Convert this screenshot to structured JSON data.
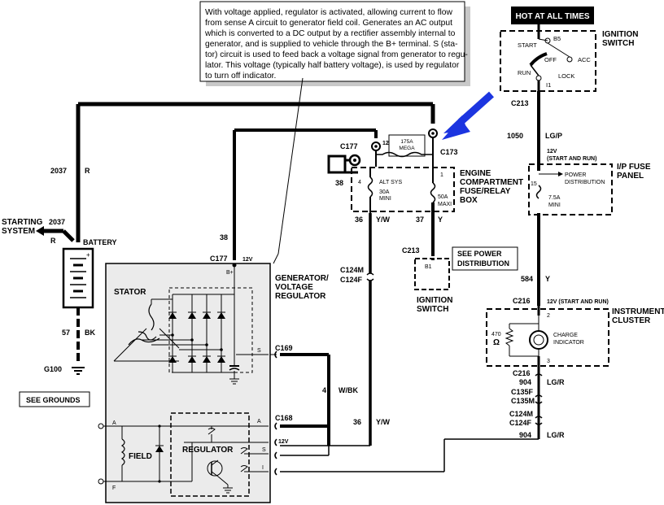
{
  "note": {
    "lines": [
      "With voltage applied, regulator is activated, allowing current to flow",
      "from sense A circuit to generator field coil.  Generates an AC output",
      "which is converted to a DC output by a rectifier assembly internal to",
      "generator, and is supplied to vehicle through the B+ terminal.  S (sta-",
      "tor) circuit is used to feed back a voltage signal from generator to regu-",
      "lator. This voltage (typically half battery voltage), is used by regulator",
      "to turn off indicator."
    ]
  },
  "labels": {
    "hot_at_all_times": "HOT AT ALL TIMES",
    "ignition_switch": [
      "IGNITION",
      "SWITCH"
    ],
    "ign_start": "START",
    "ign_b5": "B5",
    "ign_off": "OFF",
    "ign_acc": "ACC",
    "ign_run": "RUN",
    "ign_lock": "LOCK",
    "ign_i1": "I1",
    "c213_top": "C213",
    "w1050": "1050",
    "lgp": "LG/P",
    "v12_start_run": [
      "12V",
      "(START AND RUN)"
    ],
    "ip_fuse_panel": [
      "I/P FUSE",
      "PANEL"
    ],
    "ip_15": "15",
    "power_distribution": [
      "POWER",
      "DISTRIBUTION"
    ],
    "fuse_7_5a": [
      "7.5A",
      "MINI"
    ],
    "w2037_top": "2037",
    "r_top": "R",
    "c177_top": "C177",
    "v12_top": "12V",
    "mega": [
      "175A",
      "MEGA"
    ],
    "c173": "C173",
    "engine_box": [
      "ENGINE",
      "COMPARTMENT",
      "FUSE/RELAY",
      "BOX"
    ],
    "w38_mid": "38",
    "fb_4": "4",
    "alt_sys": "ALT SYS",
    "fuse_30a": [
      "30A",
      "MINI"
    ],
    "fb_1": "1",
    "fuse_50a": [
      "50A",
      "MAXI"
    ],
    "w36": "36",
    "yw": "Y/W",
    "w37": "37",
    "y": "Y",
    "starting_system": [
      "STARTING",
      "SYSTEM"
    ],
    "w2037_left": "2037",
    "r_left": "R",
    "battery": "BATTERY",
    "c213_mid": "C213",
    "see_power_dist": [
      "SEE POWER",
      "DISTRIBUTION"
    ],
    "b1": "B1",
    "ignition_switch_2": [
      "IGNITION",
      "SWITCH"
    ],
    "w38_gen": "38",
    "c177_gen": "C177",
    "v12_gen": "12V",
    "bplus": "B+",
    "gen_vreg": [
      "GENERATOR/",
      "VOLTAGE",
      "REGULATOR"
    ],
    "c124m": "C124M",
    "c124f": "C124F",
    "w584": "584",
    "y_584": "Y",
    "c216_top": "C216",
    "v12_start_run_2": "12V (START AND RUN)",
    "instrument_cluster": [
      "INSTRUMENT",
      "CLUSTER"
    ],
    "ic_2": "2",
    "r470": "470",
    "ohm": "Ω",
    "charge_indicator": [
      "CHARGE",
      "INDICATOR"
    ],
    "ic_3": "3",
    "stator": "STATOR",
    "w57": "57",
    "bk": "BK",
    "g100": "G100",
    "see_grounds": "SEE GROUNDS",
    "s_term": "S",
    "c169": "C169",
    "w4": "4",
    "wbk": "W/BK",
    "c216_bot": "C216",
    "w904_a": "904",
    "lgr_a": "LG/R",
    "c135f": "C135F",
    "c135m": "C135M",
    "a_term": "A",
    "c168": "C168",
    "w36_b": "36",
    "yw_b": "Y/W",
    "c124m_b": "C124M",
    "c124f_b": "C124F",
    "w904_b": "904",
    "lgr_b": "LG/R",
    "a_left": "A",
    "field": "FIELD",
    "regulator": "REGULATOR",
    "f_left": "F",
    "r_a": "A",
    "r_s": "S",
    "r_12v": "12V",
    "r_i": "I"
  }
}
